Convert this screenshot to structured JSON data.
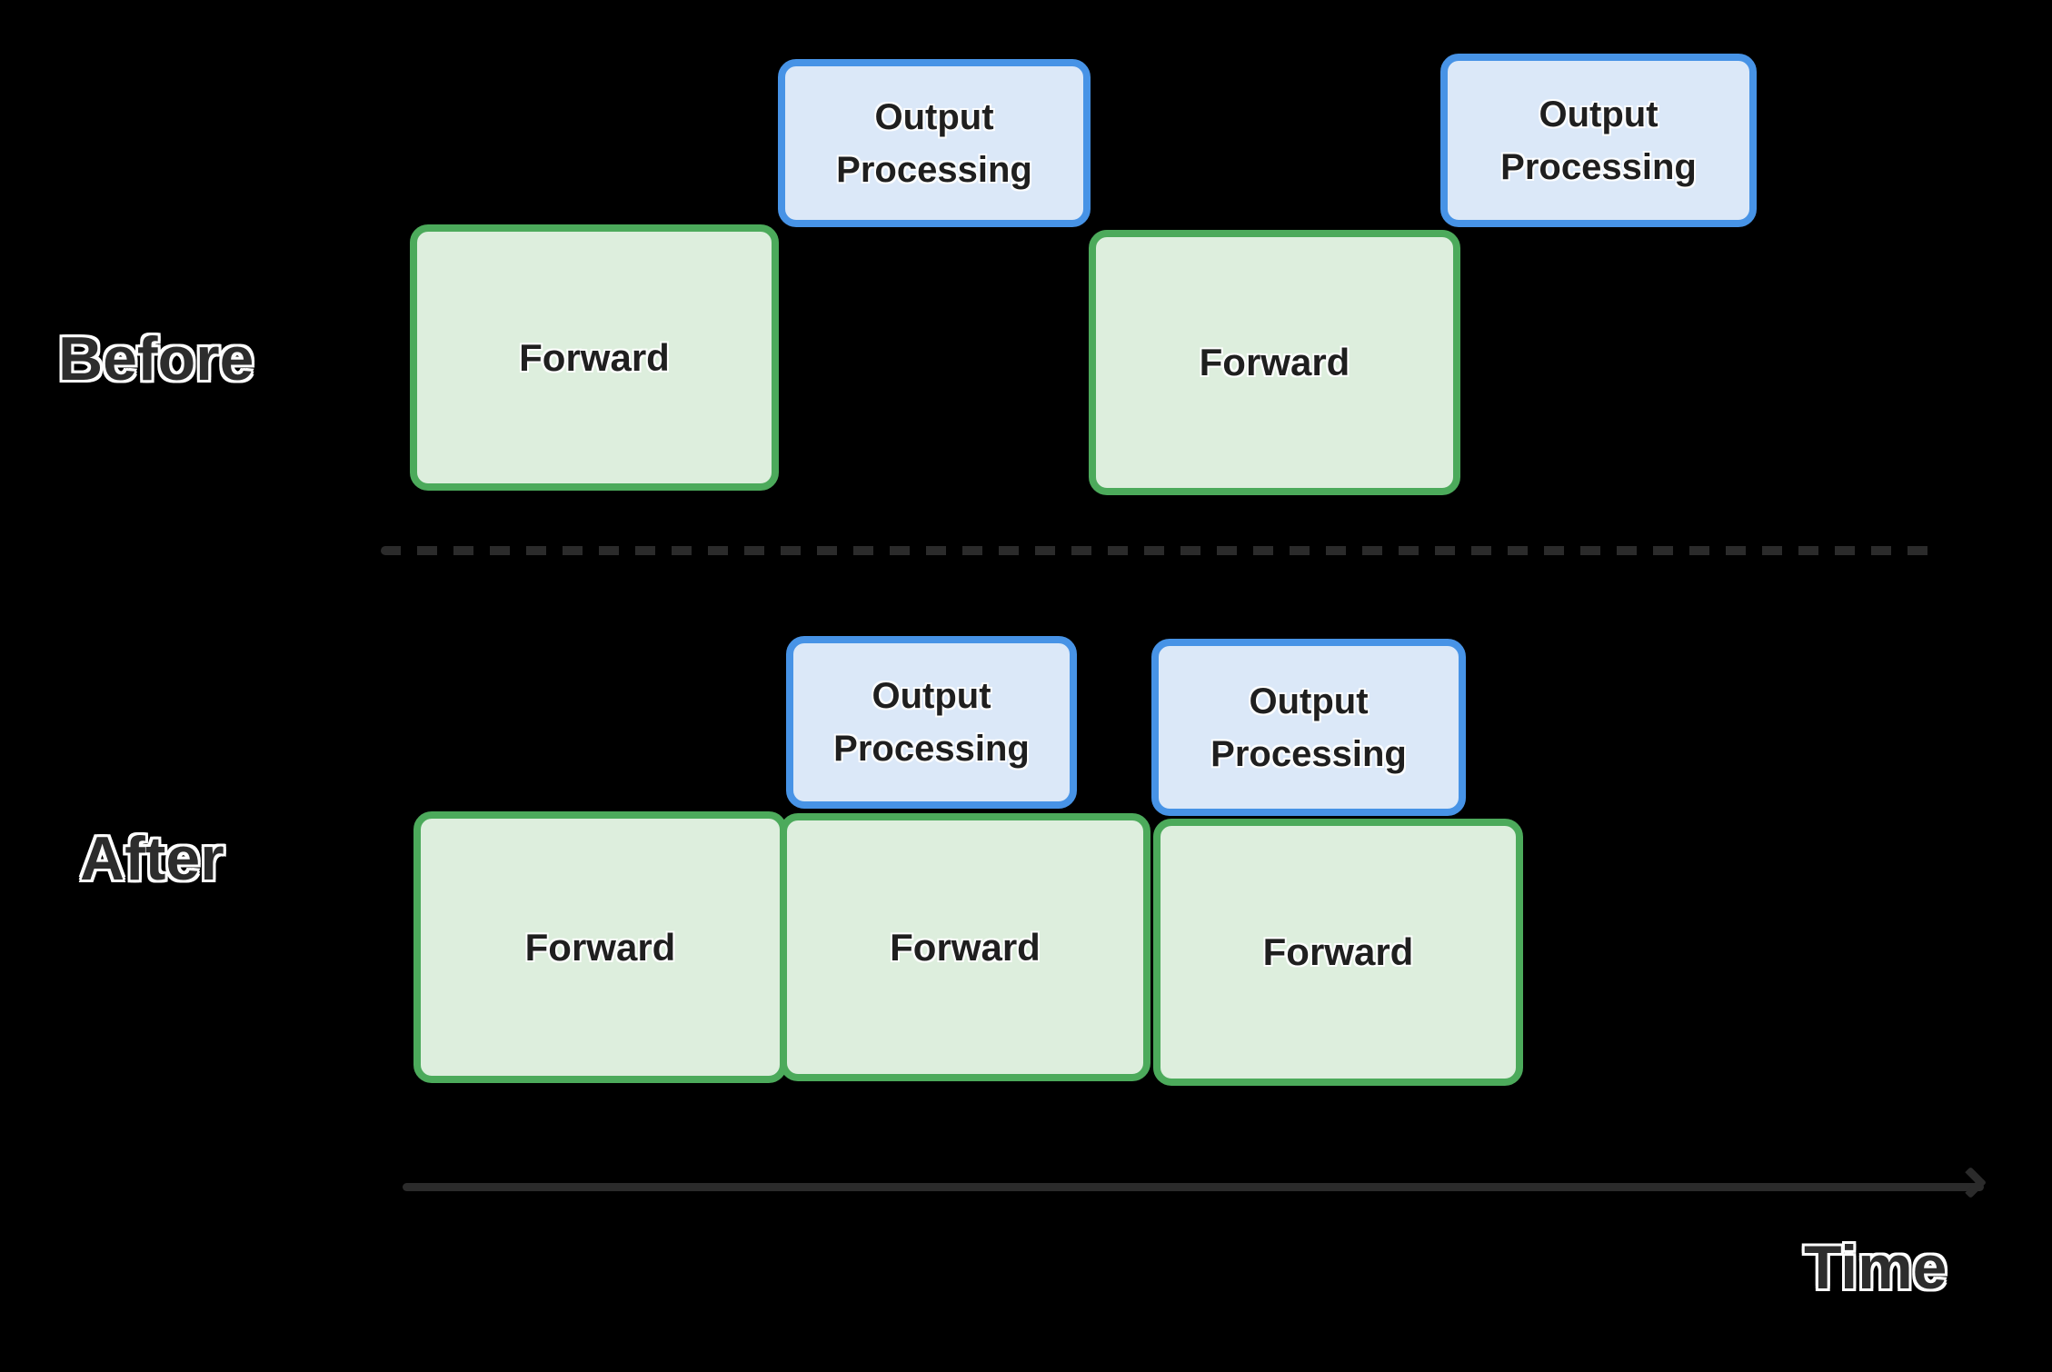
{
  "rows": {
    "before": {
      "label": "Before",
      "blocks": [
        {
          "type": "forward",
          "label": "Forward"
        },
        {
          "type": "output",
          "label": "Output Processing"
        },
        {
          "type": "forward",
          "label": "Forward"
        },
        {
          "type": "output",
          "label": "Output Processing"
        }
      ]
    },
    "after": {
      "label": "After",
      "blocks": [
        {
          "type": "forward",
          "label": "Forward"
        },
        {
          "type": "forward",
          "label": "Forward"
        },
        {
          "type": "forward",
          "label": "Forward"
        },
        {
          "type": "output",
          "label": "Output Processing"
        },
        {
          "type": "output",
          "label": "Output Processing"
        }
      ]
    }
  },
  "axis": {
    "label": "Time"
  },
  "colors": {
    "background": "#000000",
    "forward_fill": "#ddeedd",
    "forward_border": "#4caa5b",
    "output_fill": "#dbe8f8",
    "output_border": "#4793e6",
    "axis": "#2b2b2b",
    "node_text": "#1f1f1f",
    "label_text": "#2d2d2d"
  }
}
